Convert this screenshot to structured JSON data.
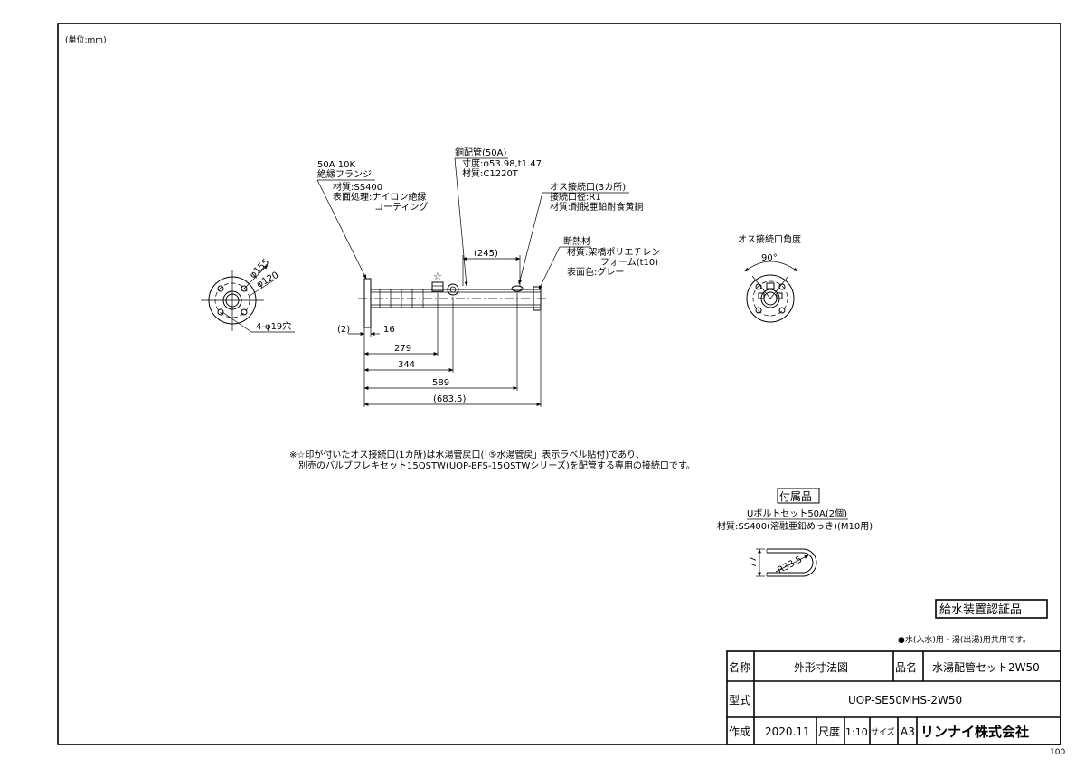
{
  "header": {
    "unit_note": "(単位:mm)"
  },
  "side_view": {
    "flange": {
      "line1": "50A 10K",
      "line2": "絶縁フランジ",
      "material": "材質:SS400",
      "surface1": "表面処理:ナイロン絶縁",
      "surface2": "コーティング"
    },
    "pipe": {
      "title": "銅配管(50A)",
      "size": "寸度:φ53.98,t1.47",
      "material": "材質:C1220T"
    },
    "connector": {
      "title": "オス接続口(3カ所)",
      "diameter": "接続口径:R1",
      "material": "材質:耐脱亜鉛耐食黄銅"
    },
    "insulation": {
      "title": "断熱材",
      "material1": "材質:架橋ポリエチレン",
      "material2": "フォーム(t10)",
      "color": "表面色:グレー"
    },
    "star_mark": "☆",
    "dimensions": {
      "d245": "(245)",
      "d2": "(2)",
      "d16": "16",
      "d279": "279",
      "d344": "344",
      "d589": "589",
      "d683": "(683.5)"
    }
  },
  "front_view": {
    "d155": "φ155",
    "d120": "φ120",
    "holes": "4-φ19穴"
  },
  "angle_view": {
    "title": "オス接続口角度",
    "angle": "90°"
  },
  "notes": {
    "line1": "※☆印が付いたオス接続口(1カ所)は水湯管戻口(「⑤水湯管戻」表示ラベル貼付)であり、",
    "line2": "別売のバルブフレキセット15QSTW(UOP-BFS-15QSTWシリーズ)を配管する専用の接続口です。"
  },
  "accessory": {
    "title": "付属品",
    "name": "Uボルトセット50A(2個)",
    "material": "材質:SS400(溶融亜鉛めっき)(M10用)",
    "dim_77": "77",
    "dim_r": "R33.5"
  },
  "certification": "給水装置認証品",
  "usage_note": "●水(入水)用・湯(出湯)用共用です。",
  "title_block": {
    "name_label": "名称",
    "name_value": "外形寸法図",
    "product_label": "品名",
    "product_value": "水湯配管セット2W50",
    "model_label": "型式",
    "model_value": "UOP-SE50MHS-2W50",
    "created_label": "作成",
    "created_value": "2020.11",
    "scale_label": "尺度",
    "scale_value": "1:10",
    "size_label": "サイズ",
    "size_value": "A3",
    "company": "リンナイ株式会社"
  },
  "footer_code": "100"
}
